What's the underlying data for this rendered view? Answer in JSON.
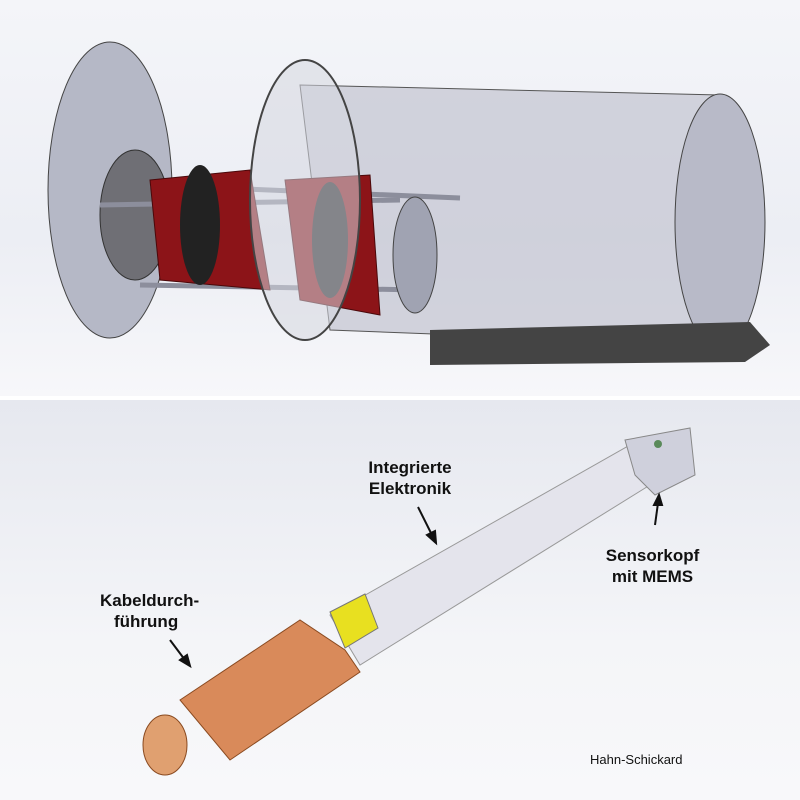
{
  "figure": {
    "top_panel": "exploded-cad-housing",
    "labels": {
      "electronics": [
        "Integrierte",
        "Elektronik"
      ],
      "sensor_head": [
        "Sensorkopf",
        "mit MEMS"
      ],
      "cable_gland": [
        "Kabeldurch-",
        "führung"
      ]
    },
    "credit": "Hahn-Schickard",
    "colors": {
      "housing": "#b9bcc8",
      "red_part": "#8c1418",
      "copper": "#d98a5a",
      "tube": "#e4e4ec",
      "label_yellow": "#e8e020"
    }
  }
}
